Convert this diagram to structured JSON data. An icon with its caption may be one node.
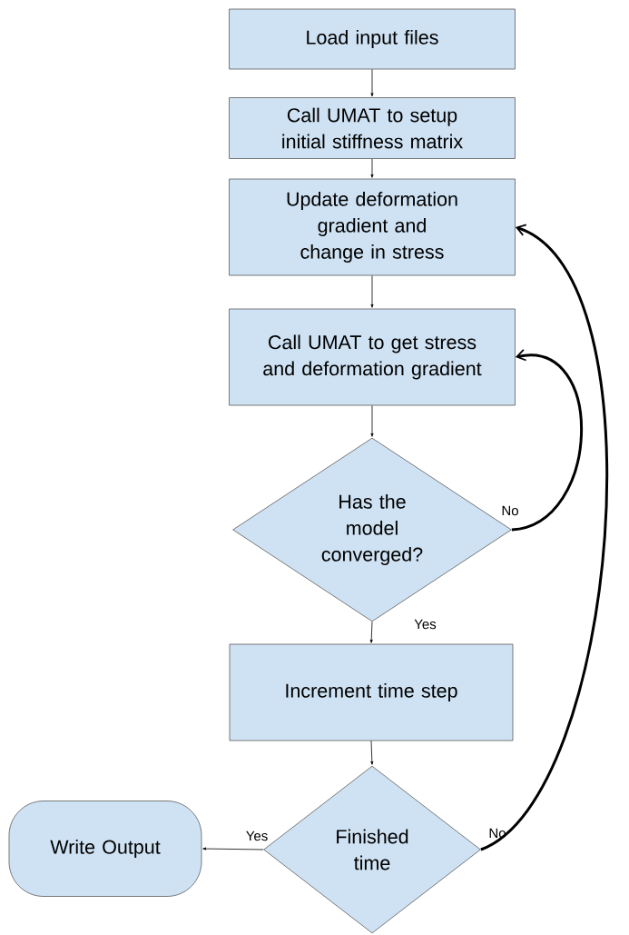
{
  "diagram": {
    "nodes": [
      {
        "text": [
          "Load input files"
        ]
      },
      {
        "text": [
          "Call UMAT to setup initial stiffness matrix"
        ]
      },
      {
        "text": [
          "Update deformation gradient and change in stress"
        ]
      },
      {
        "text": [
          "Call UMAT to get stress and deformation gradient"
        ]
      },
      {
        "text": [
          "Has the model converged?"
        ]
      },
      {
        "text": [
          "Increment time step"
        ]
      },
      {
        "text": [
          "Finished time"
        ]
      },
      {
        "text": [
          "Write Output"
        ]
      }
    ],
    "edges": [
      {
        "from": 0,
        "to": 1,
        "arrow": "to"
      },
      {
        "from": 1,
        "to": 2,
        "arrow": "to"
      },
      {
        "from": 2,
        "to": 3,
        "arrow": "to"
      },
      {
        "from": 3,
        "to": 4,
        "arrow": "to"
      },
      {
        "from": 4,
        "to": 5,
        "arrow": "to",
        "label": "Yes"
      },
      {
        "from": 4,
        "to": 3,
        "arrow": "to",
        "label": "No",
        "style": "thick"
      },
      {
        "from": 5,
        "to": 6,
        "arrow": "to"
      },
      {
        "from": 6,
        "to": 7,
        "arrow": "to",
        "label": "Yes"
      },
      {
        "from": 6,
        "to": 2,
        "arrow": "to",
        "label": "No",
        "style": "thick"
      }
    ]
  }
}
